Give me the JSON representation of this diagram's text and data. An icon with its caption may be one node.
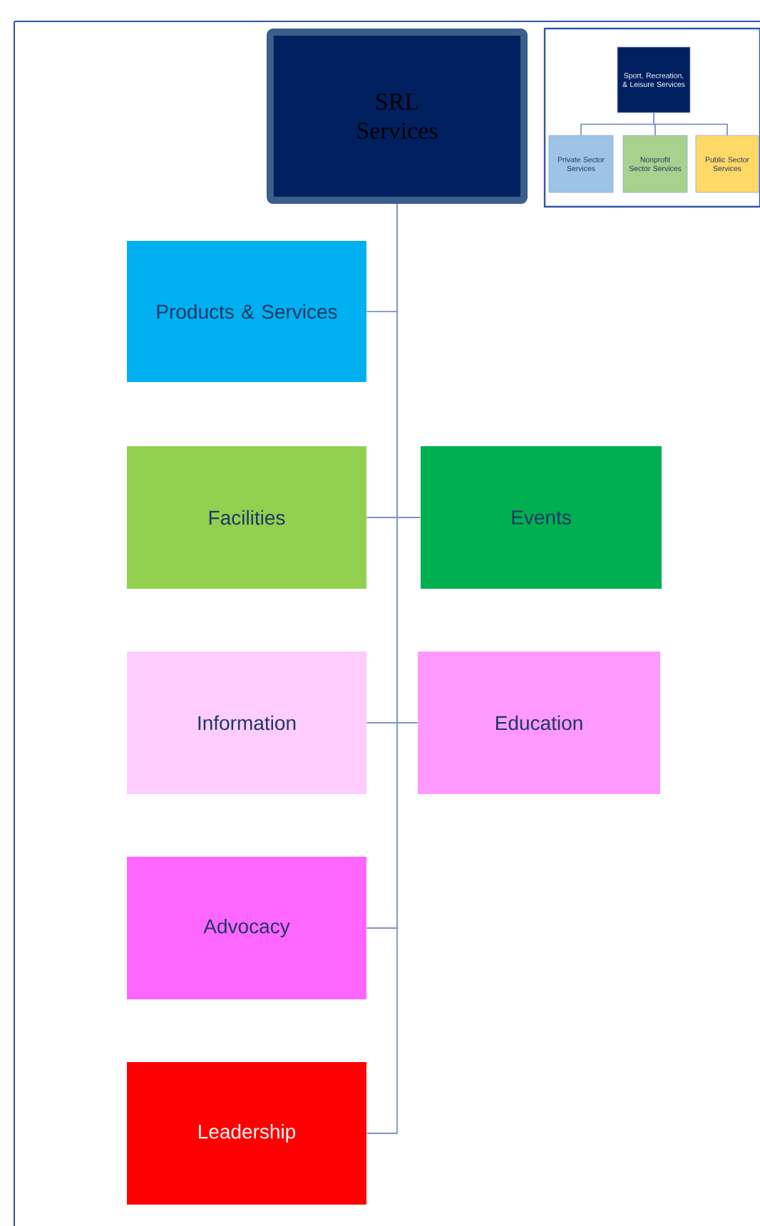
{
  "diagram": {
    "nodes": [
      {
        "text": [
          "SRL Services"
        ]
      },
      {
        "text": [],
        "shape": "box"
      },
      {
        "text": [
          "Sport, Recreation, & Leisure Services"
        ],
        "in": 1
      },
      {
        "text": [
          "Private Sector Services"
        ],
        "in": 1
      },
      {
        "text": [
          "Nonprofit Sector Services"
        ],
        "in": 1
      },
      {
        "text": [
          "Public Sector Services"
        ],
        "in": 1
      },
      {
        "text": [
          "Products & Services"
        ]
      },
      {
        "text": [
          "Facilities"
        ]
      },
      {
        "text": [
          "Events"
        ]
      },
      {
        "text": [
          "Information"
        ]
      },
      {
        "text": [
          "Education"
        ]
      },
      {
        "text": [
          "Advocacy"
        ]
      },
      {
        "text": [
          "Leadership"
        ]
      }
    ],
    "edges": [
      {
        "from": 2,
        "to": 3,
        "arrow": "none"
      },
      {
        "from": 2,
        "to": 4,
        "arrow": "none"
      },
      {
        "from": 2,
        "to": 5,
        "arrow": "none"
      },
      {
        "from": 0,
        "to": 6,
        "arrow": "none"
      },
      {
        "from": 0,
        "to": 7,
        "arrow": "none"
      },
      {
        "from": 0,
        "to": 8,
        "arrow": "none"
      },
      {
        "from": 0,
        "to": 9,
        "arrow": "none"
      },
      {
        "from": 0,
        "to": 10,
        "arrow": "none"
      },
      {
        "from": 0,
        "to": 11,
        "arrow": "none"
      },
      {
        "from": 0,
        "to": 12,
        "arrow": "none"
      }
    ]
  }
}
